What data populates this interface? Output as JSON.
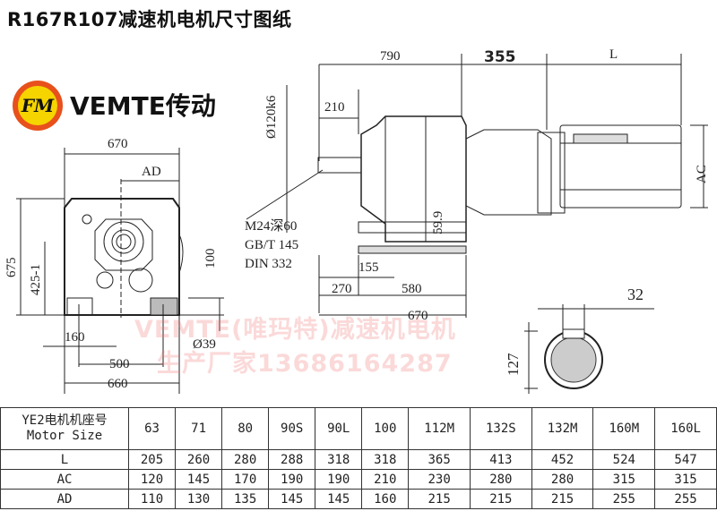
{
  "title": "R167R107减速机电机尺寸图纸",
  "brand": {
    "logo_text": "FM",
    "name": "VEMTE传动"
  },
  "watermark": {
    "line1": "VEMTE(唯玛特)减速机电机",
    "line2": "生产厂家13686164287"
  },
  "front_view": {
    "width_top": "670",
    "ad": "AD",
    "height": "675",
    "center_height": "425-1",
    "foot_height": "100",
    "foot_width": "160",
    "bolt_hole": "Ø39",
    "bolt_spacing": "500",
    "base_width": "660"
  },
  "side_view": {
    "overall": "790",
    "motor_adapter": "355",
    "motor_length": "L",
    "shaft_diameter": "Ø120k6",
    "shaft_length": "210",
    "ac": "AC",
    "thread_line1": "M24深60",
    "thread_line2": "GB/T 145",
    "thread_line3": "DIN 332",
    "key_height": "59.9",
    "foot_offset": "155",
    "foot_start": "270",
    "foot_span": "580",
    "base_length": "670"
  },
  "shaft_section": {
    "key_width": "32",
    "height": "127"
  },
  "table": {
    "header_cn": "YE2电机机座号",
    "header_en": "Motor Size",
    "sizes": [
      "63",
      "71",
      "80",
      "90S",
      "90L",
      "100",
      "112M",
      "132S",
      "132M",
      "160M",
      "160L"
    ],
    "rows": [
      {
        "label": "L",
        "values": [
          "205",
          "260",
          "280",
          "288",
          "318",
          "318",
          "365",
          "413",
          "452",
          "524",
          "547"
        ]
      },
      {
        "label": "AC",
        "values": [
          "120",
          "145",
          "170",
          "190",
          "190",
          "210",
          "230",
          "280",
          "280",
          "315",
          "315"
        ]
      },
      {
        "label": "AD",
        "values": [
          "110",
          "130",
          "135",
          "145",
          "145",
          "160",
          "215",
          "215",
          "215",
          "255",
          "255"
        ]
      }
    ]
  }
}
